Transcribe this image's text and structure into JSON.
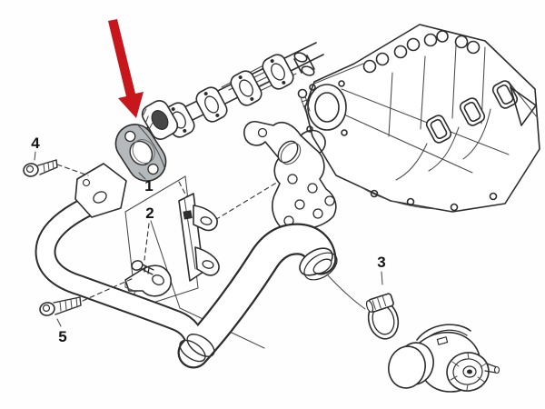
{
  "figure": {
    "type": "exploded-parts-diagram",
    "subject": "engine EGR pipe assembly drawing",
    "background_color": "#fefefe",
    "line_color": "#2d2d2d",
    "arrow_color": "#c8161d",
    "gasket_fill_color": "#b6b9bb",
    "callouts": [
      {
        "id": "1",
        "label": "1"
      },
      {
        "id": "2",
        "label": "2"
      },
      {
        "id": "3",
        "label": "3"
      },
      {
        "id": "4",
        "label": "4"
      },
      {
        "id": "5",
        "label": "5"
      }
    ]
  }
}
